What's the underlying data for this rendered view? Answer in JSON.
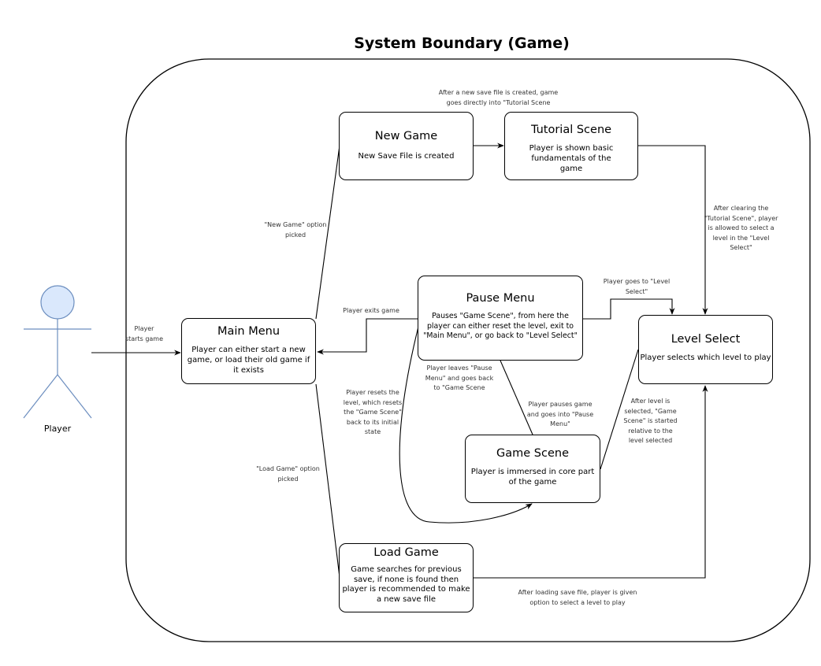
{
  "title": "System Boundary (Game)",
  "actor": {
    "name": "Player"
  },
  "nodes": {
    "new_game": {
      "title": "New Game",
      "desc": "New Save File is created"
    },
    "tutorial": {
      "title": "Tutorial Scene",
      "desc": "Player is shown basic fundamentals of the game"
    },
    "main_menu": {
      "title": "Main Menu",
      "desc": "Player can either start a new game, or load their old game if it exists"
    },
    "pause_menu": {
      "title": "Pause Menu",
      "desc": "Pauses \"Game Scene\", from here the player can either reset the level, exit to \"Main Menu\", or go back to \"Level Select\""
    },
    "level_select": {
      "title": "Level Select",
      "desc": "Player selects which level to play"
    },
    "game_scene": {
      "title": "Game Scene",
      "desc": "Player is immersed in core part of the game"
    },
    "load_game": {
      "title": "Load Game",
      "desc": "Game searches for previous save, if none is found then player is recommended to make a new save file"
    }
  },
  "edge_labels": {
    "after_new_save": "After a new save file is created, game goes directly into \"Tutorial Scene",
    "player_starts": "Player starts game",
    "new_game_option": "\"New Game\" option picked",
    "after_clearing_tutorial": "After clearing the \"Tutorial Scene\", player is allowed to select a level in the \"Level Select\"",
    "player_goes_level_select": "Player goes to \"Level Select\"",
    "player_exits": "Player exits game",
    "player_leaves_pause": "Player leaves \"Pause Menu\" and goes back to \"Game Scene",
    "player_resets": "Player resets the level, which resets the \"Game Scene\" back to its initial state",
    "player_pauses": "Player pauses game and goes into \"Pause Menu\"",
    "after_level_selected": "After level is selected, \"Game Scene\" is started relative to the level selected",
    "load_game_option": "\"Load Game\" option picked",
    "after_loading": "After loading save file, player is given option to select a level to play"
  }
}
